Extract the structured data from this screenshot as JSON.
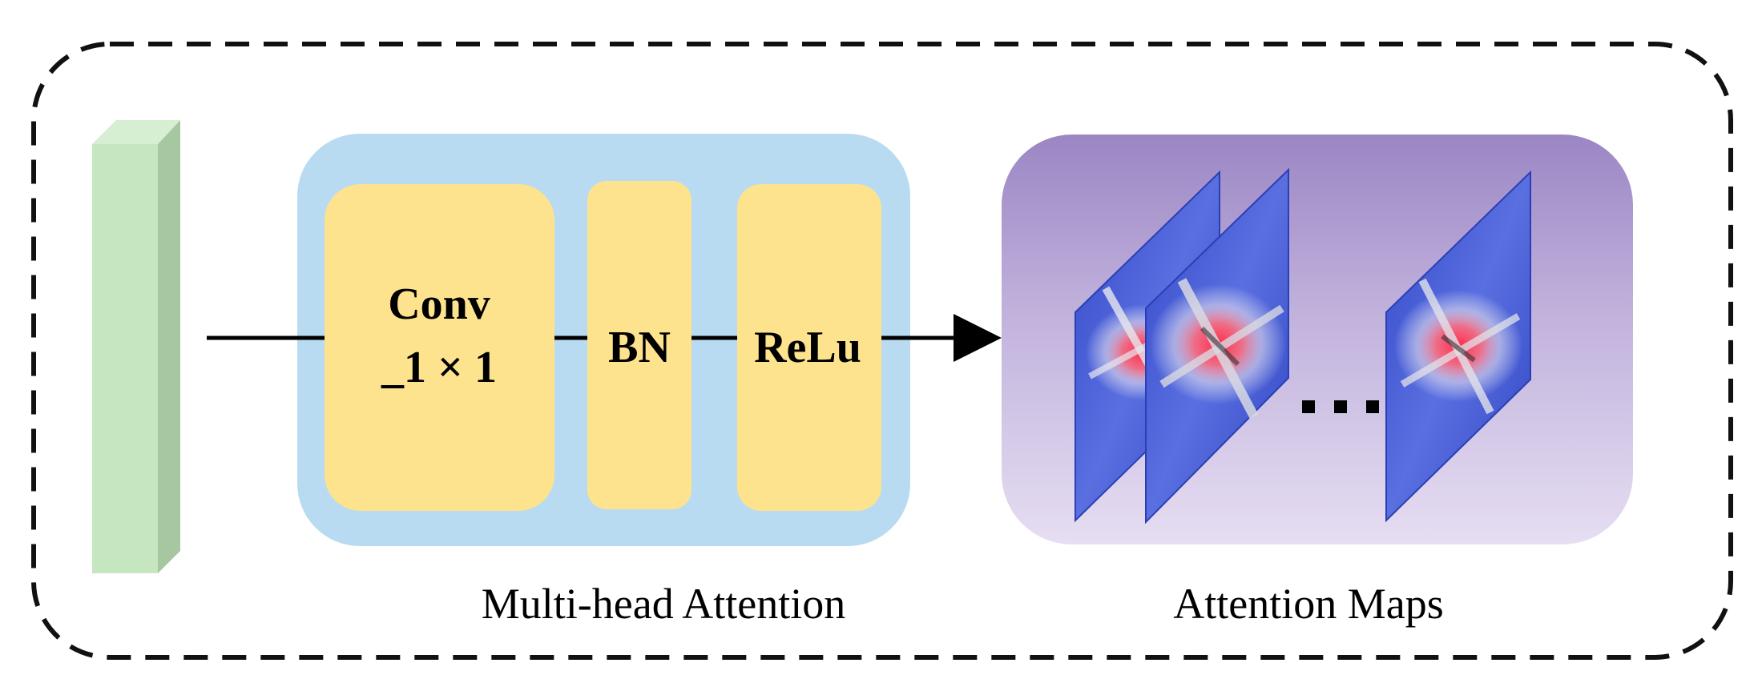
{
  "blocks": {
    "conv": {
      "line1": "Conv",
      "line2": "_1 × 1"
    },
    "bn": {
      "label": "BN"
    },
    "relu": {
      "label": "ReLu"
    }
  },
  "captions": {
    "mha": "Multi-head Attention",
    "maps": "Attention Maps"
  },
  "colors": {
    "feature_front": "#c6e6c1",
    "feature_side": "#a7c7a1",
    "feature_top": "#d6eed1",
    "mha_bg": "#b9dbf1",
    "block_fill": "#fde38e",
    "maps_top": "#9b86c4",
    "maps_bottom": "#e6def2",
    "map_blue": "#3d56d6",
    "heat_red": "#ff2b4a",
    "dashed_border": "#111111"
  }
}
